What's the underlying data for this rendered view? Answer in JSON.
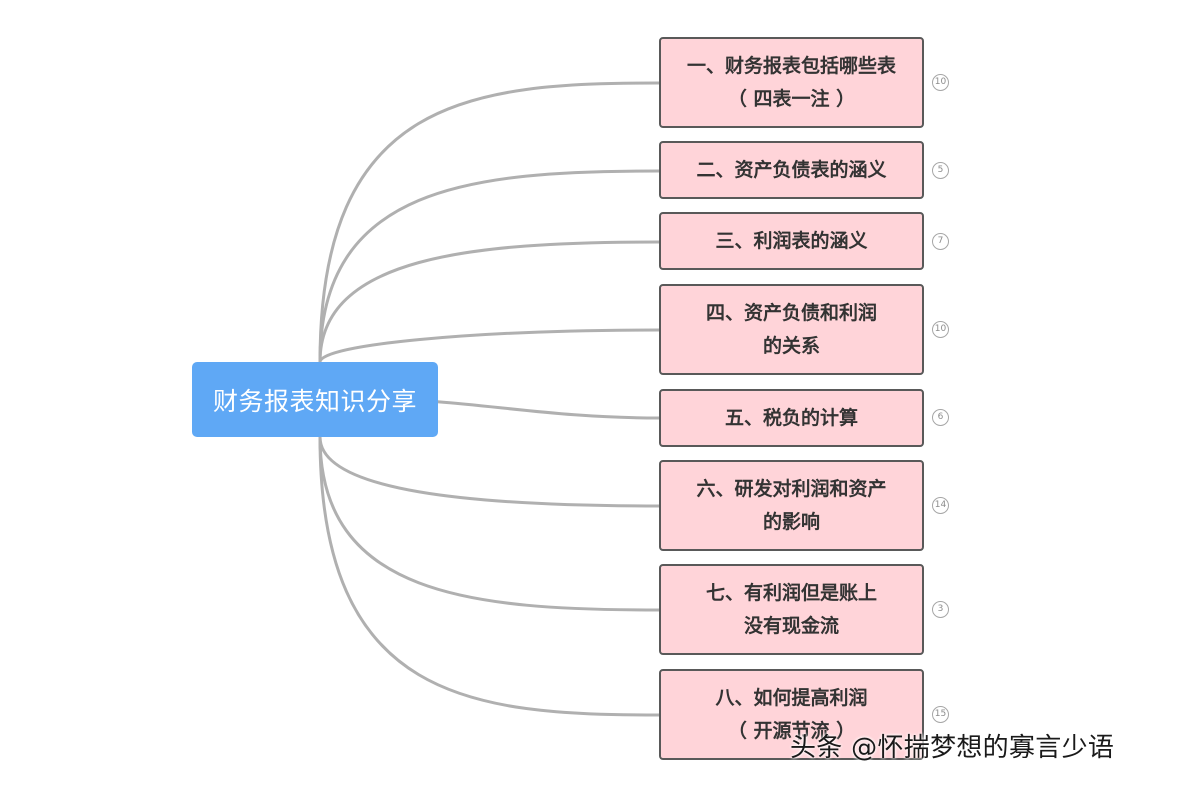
{
  "root": {
    "label": "财务报表知识分享"
  },
  "topics": [
    {
      "id": "t1",
      "lines": [
        "一、财务报表包括哪些表",
        "（ 四表一注 ）"
      ],
      "count": "10"
    },
    {
      "id": "t2",
      "lines": [
        "二、资产负债表的涵义"
      ],
      "count": "5"
    },
    {
      "id": "t3",
      "lines": [
        "三、利润表的涵义"
      ],
      "count": "7"
    },
    {
      "id": "t4",
      "lines": [
        "四、资产负债和利润",
        "的关系"
      ],
      "count": "10"
    },
    {
      "id": "t5",
      "lines": [
        "五、税负的计算"
      ],
      "count": "6"
    },
    {
      "id": "t6",
      "lines": [
        "六、研发对利润和资产",
        "的影响"
      ],
      "count": "14"
    },
    {
      "id": "t7",
      "lines": [
        "七、有利润但是账上",
        "没有现金流"
      ],
      "count": "3"
    },
    {
      "id": "t8",
      "lines": [
        "八、如何提高利润",
        "（ 开源节流 ）"
      ],
      "count": "15"
    }
  ],
  "watermark": "头条 @怀揣梦想的寡言少语",
  "colors": {
    "root_fill": "#5fa8f5",
    "topic_fill": "#ffd4d9",
    "topic_border": "#595959",
    "connector": "#b0b0b0"
  }
}
